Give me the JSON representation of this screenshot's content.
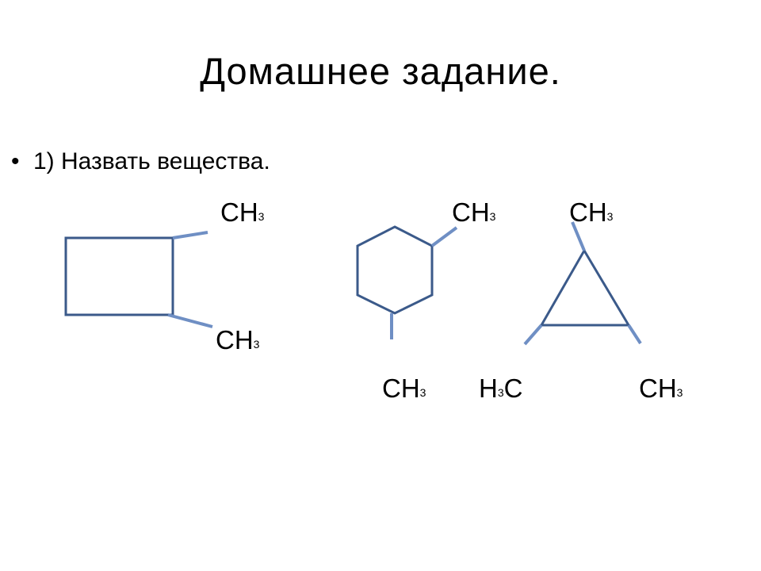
{
  "title": "Домашнее  задание.",
  "task": {
    "bullet": "•",
    "text": "1) Назвать  вещества."
  },
  "colors": {
    "ring_stroke": "#3b5a8a",
    "substituent_stroke": "#6f8fc4"
  },
  "labels": {
    "cb_top": "CH",
    "cb_top_sub": "3",
    "cb_bottom": "CH",
    "cb_bottom_sub": "3",
    "hex_top": "CH",
    "hex_top_sub": "3",
    "hex_bottom": "CH",
    "hex_bottom_sub": "3",
    "tri_top": "CH",
    "tri_top_sub": "3",
    "tri_left_pre": "H",
    "tri_left_sub": "3",
    "tri_left_post": "C",
    "tri_right": "CH",
    "tri_right_sub": "3"
  }
}
